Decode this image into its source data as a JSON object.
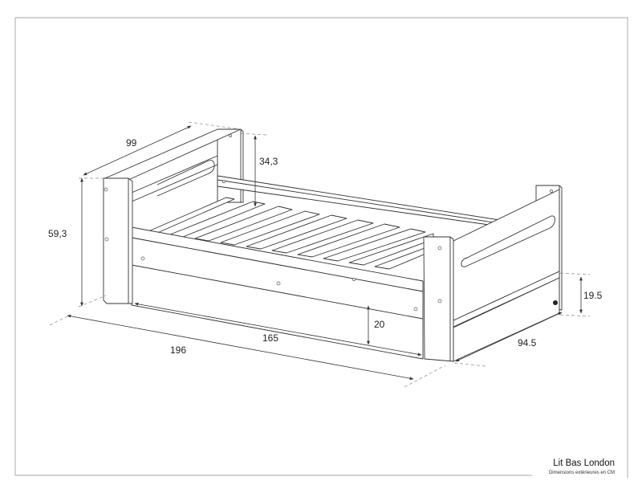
{
  "drawing": {
    "title": "Lit Bas London",
    "subtitle": "Dimensions extérieures en CM",
    "line_color": "#333333",
    "frame_color": "#b8b8b8"
  },
  "dimensions": {
    "depth_top": "99",
    "headboard_rail_height": "34,3",
    "total_height": "59,3",
    "inner_length": "165",
    "total_length": "196",
    "drawer_height": "20",
    "foot_height": "19.5",
    "total_width": "94.5"
  }
}
